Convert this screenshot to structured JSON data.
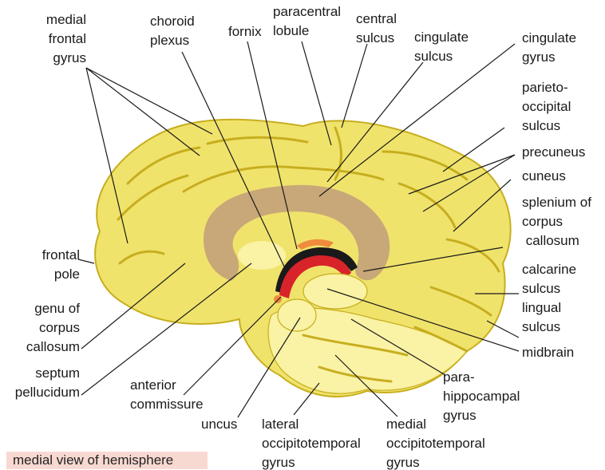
{
  "caption": "medial  view of hemisphere",
  "colors": {
    "cortex": "#f0e36c",
    "cortex_light": "#faf2a4",
    "sulcus": "#c7ae1f",
    "corpus_callosum": "#c8a878",
    "fornix": "#1a1a1a",
    "choroid_plexus": "#d8232a",
    "caption_bg": "#f8d9d2"
  },
  "labels": {
    "medial_frontal_gyrus": [
      "medial",
      "frontal",
      "gyrus"
    ],
    "choroid_plexus": [
      "choroid",
      "plexus"
    ],
    "fornix": [
      "fornix"
    ],
    "paracentral_lobule": [
      "paracentral",
      "lobule"
    ],
    "central_sulcus": [
      "central",
      "sulcus"
    ],
    "cingulate_sulcus": [
      "cingulate",
      "sulcus"
    ],
    "cingulate_gyrus": [
      "cingulate",
      "gyrus"
    ],
    "parieto_occipital_sulcus": [
      "parieto-",
      "occipital",
      "sulcus"
    ],
    "precuneus": [
      "precuneus"
    ],
    "cuneus": [
      "cuneus"
    ],
    "splenium": [
      "splenium of",
      "corpus",
      " callosum"
    ],
    "calcarine_sulcus": [
      "calcarine",
      "sulcus"
    ],
    "lingual_sulcus": [
      "lingual",
      "sulcus"
    ],
    "midbrain": [
      "midbrain"
    ],
    "frontal_pole": [
      "frontal",
      "pole"
    ],
    "genu": [
      "genu of",
      "corpus",
      "callosum"
    ],
    "septum_pellucidum": [
      "septum",
      "pellucidum"
    ],
    "anterior_commissure": [
      "anterior",
      "commissure"
    ],
    "uncus": [
      "uncus"
    ],
    "lateral_occipitotemporal_gyrus": [
      "lateral",
      "occipitotemporal",
      "gyrus"
    ],
    "medial_occipitotemporal_gyrus": [
      "medial",
      "occipitotemporal",
      "gyrus"
    ],
    "parahippocampal_gyrus": [
      "para-",
      "hippocampal",
      "gyrus"
    ]
  }
}
